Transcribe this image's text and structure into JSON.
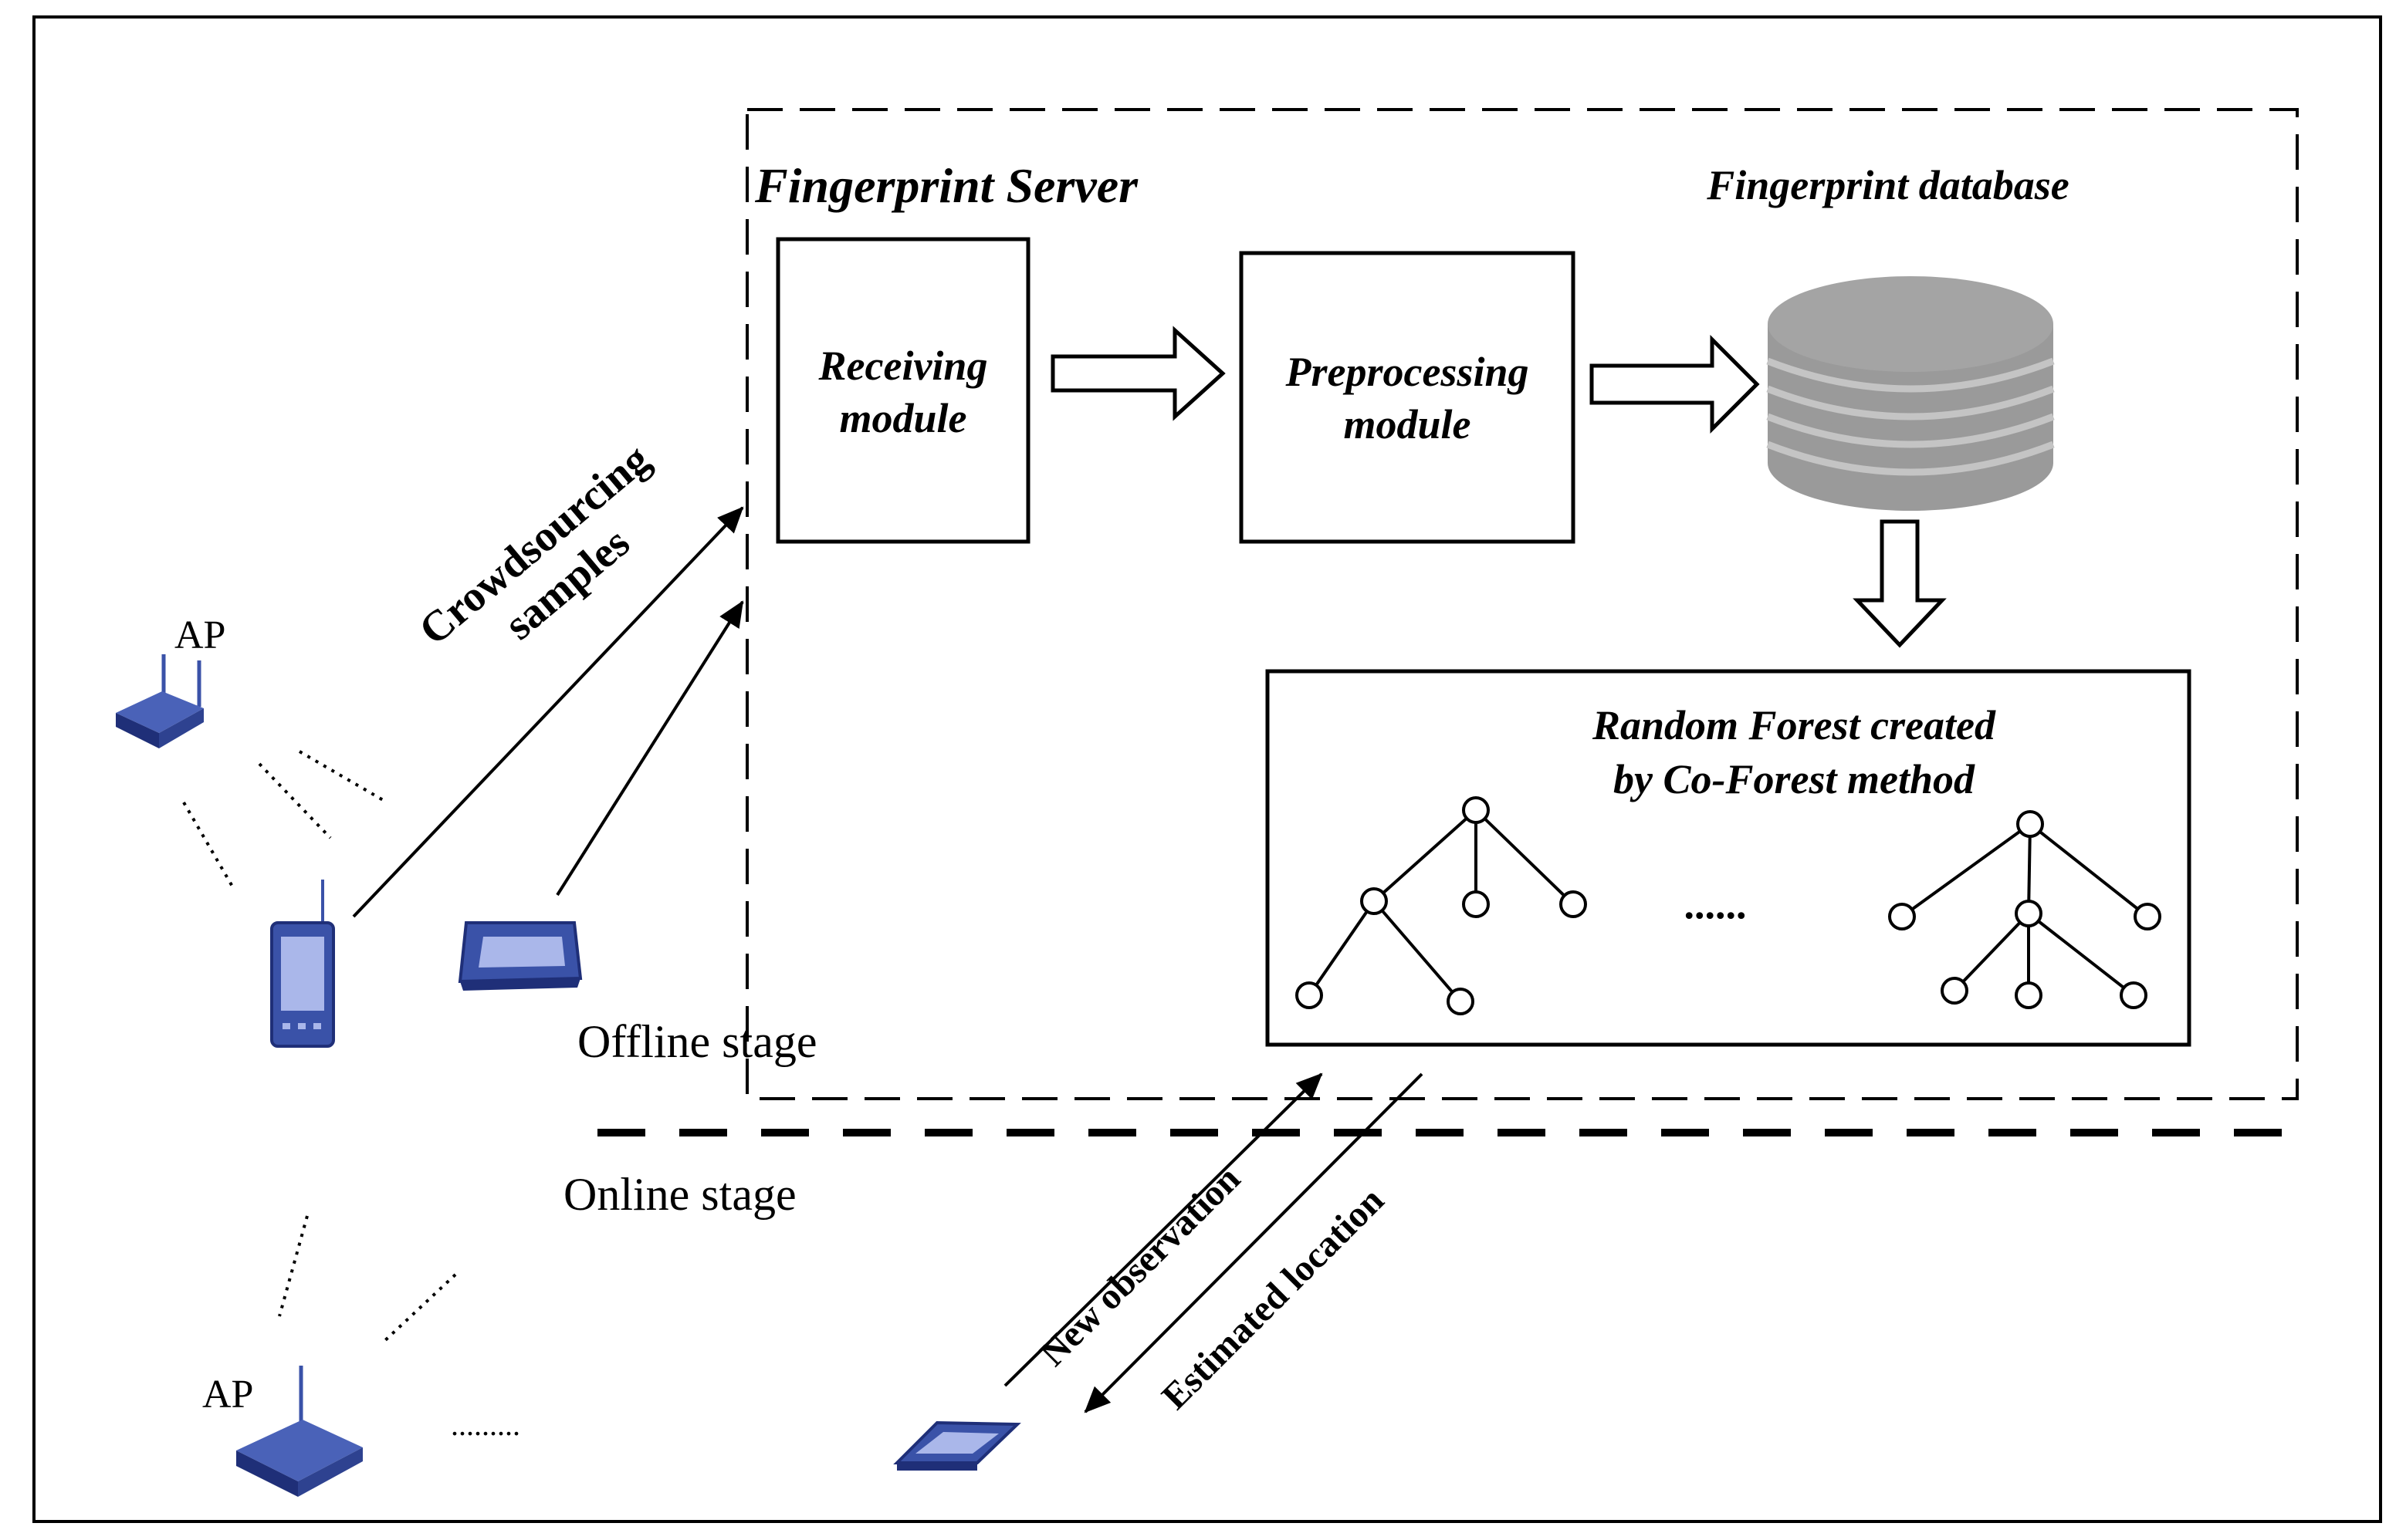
{
  "server": {
    "title": "Fingerprint Server",
    "db_label": "Fingerprint database",
    "receiving_line1": "Receiving",
    "receiving_line2": "module",
    "preprocessing_line1": "Preprocessing",
    "preprocessing_line2": "module",
    "forest_line1": "Random Forest created",
    "forest_line2": "by Co-Forest method",
    "forest_ellipsis": "......"
  },
  "stages": {
    "offline": "Offline stage",
    "online": "Online stage"
  },
  "flows": {
    "crowd_line1": "Crowdsourcing",
    "crowd_line2": "samples",
    "new_observation": "New observation",
    "estimated_location": "Estimated location"
  },
  "devices": {
    "ap_top": "AP",
    "ap_bottom": "AP",
    "ap_bottom_dots": ".........",
    "device_color": "#3a52a8",
    "device_dark": "#1f2f78",
    "device_light": "#aab7ea"
  },
  "colors": {
    "database_fill": "#9a9a9a",
    "database_stripe": "#c4c4c4",
    "line": "#000000"
  }
}
